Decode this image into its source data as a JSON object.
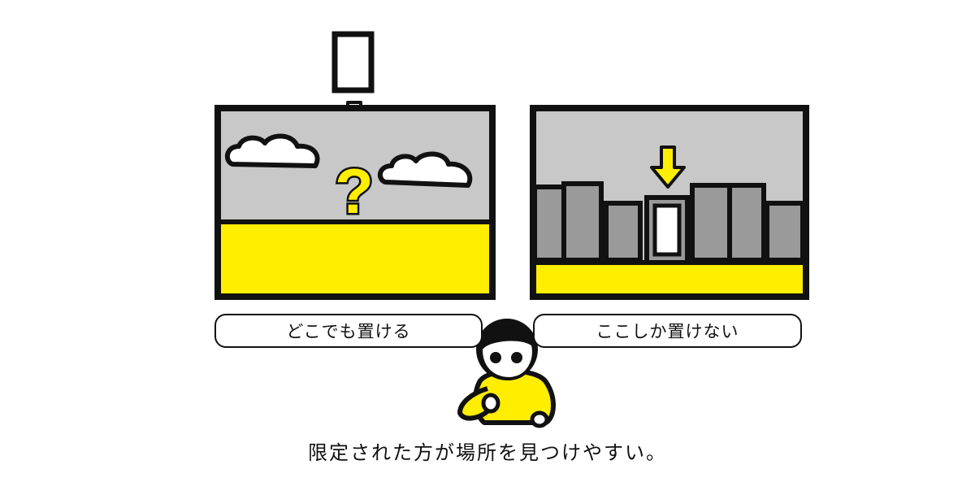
{
  "labels": {
    "left_panel": "どこでも置ける",
    "right_panel": "ここしか置けない",
    "caption": "限定された方が場所を見つけやすい。",
    "question_mark": "?"
  },
  "colors": {
    "sky": "#c8c8c8",
    "ground": "#ffee00",
    "outline": "#111111",
    "building": "#9a9a9a",
    "highlight": "#ffee00",
    "white": "#ffffff"
  }
}
